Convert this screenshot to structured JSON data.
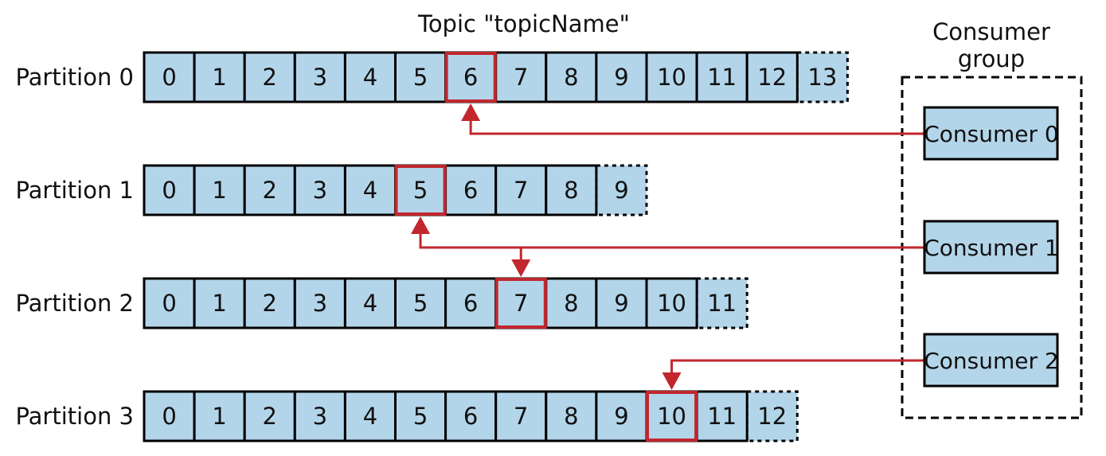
{
  "title": "Topic \"topicName\"",
  "partitions": [
    {
      "label": "Partition 0",
      "offsets": [
        "0",
        "1",
        "2",
        "3",
        "4",
        "5",
        "6",
        "7",
        "8",
        "9",
        "10",
        "11",
        "12"
      ],
      "next": "13",
      "highlight": 6
    },
    {
      "label": "Partition 1",
      "offsets": [
        "0",
        "1",
        "2",
        "3",
        "4",
        "5",
        "6",
        "7",
        "8"
      ],
      "next": "9",
      "highlight": 5
    },
    {
      "label": "Partition 2",
      "offsets": [
        "0",
        "1",
        "2",
        "3",
        "4",
        "5",
        "6",
        "7",
        "8",
        "9",
        "10"
      ],
      "next": "11",
      "highlight": 7
    },
    {
      "label": "Partition 3",
      "offsets": [
        "0",
        "1",
        "2",
        "3",
        "4",
        "5",
        "6",
        "7",
        "8",
        "9",
        "10",
        "11"
      ],
      "next": "12",
      "highlight": 10
    }
  ],
  "consumer_group": {
    "label_line1": "Consumer",
    "label_line2": "group",
    "consumers": [
      {
        "label": "Consumer 0",
        "reads": [
          0
        ]
      },
      {
        "label": "Consumer 1",
        "reads": [
          1,
          2
        ]
      },
      {
        "label": "Consumer 2",
        "reads": [
          3
        ]
      }
    ]
  },
  "colors": {
    "cell_fill": "#b3d5ea",
    "highlight": "#c1272d",
    "stroke": "#000000"
  }
}
